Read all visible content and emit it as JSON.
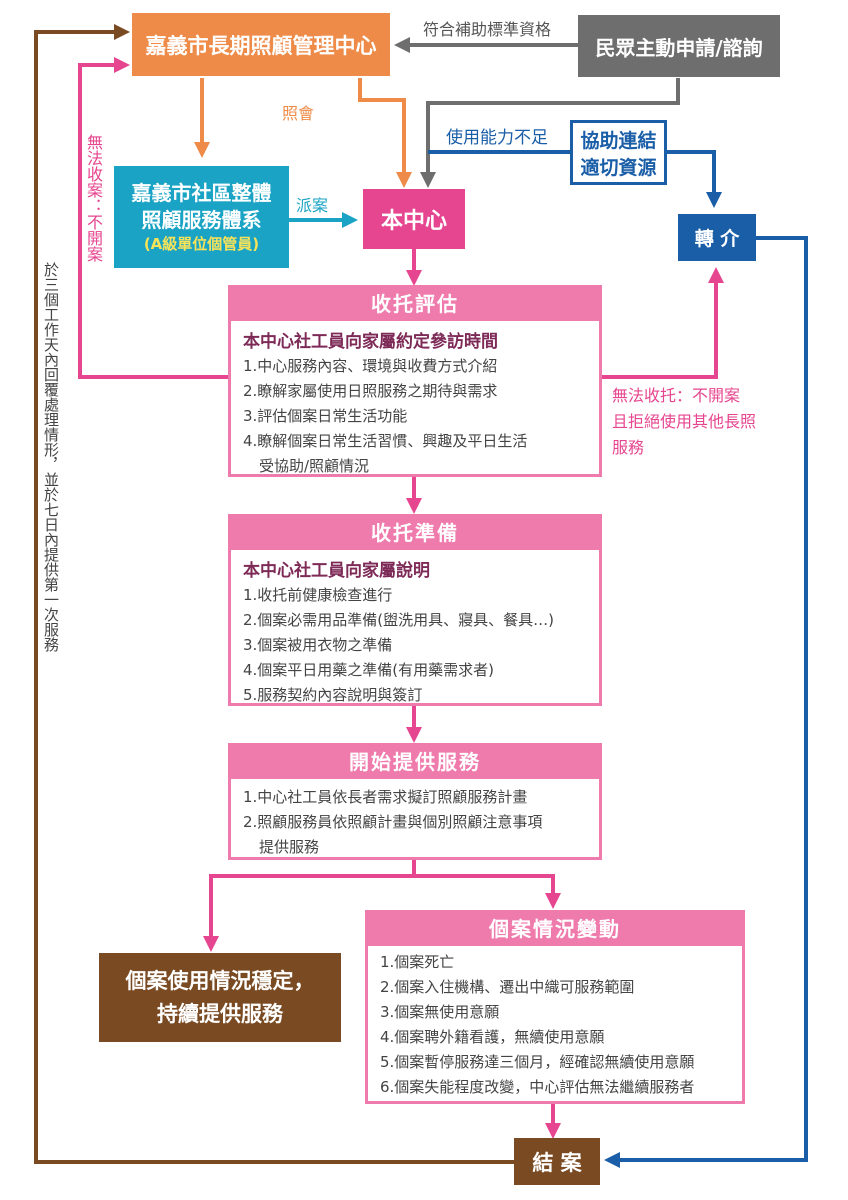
{
  "top": {
    "management_center": "嘉義市長期照顧管理中心",
    "public_request": "民眾主動申請/諮詢",
    "qualify_label": "符合補助標準資格",
    "notify_label": "照會",
    "insufficient_label": "使用能力不足",
    "connect_resources": [
      "協助連結",
      "適切資源"
    ],
    "referral": "轉 介",
    "community_system": [
      "嘉義市社區整體",
      "照顧服務體系"
    ],
    "community_sub": "(A級單位個管員)",
    "dispatch_label": "派案",
    "this_center": "本中心",
    "cannot_accept_left": "無法收案：不開案",
    "left_reply_note": "於三個工作天內回覆處理情形，並於七日內提供第一次服務",
    "cannot_accept_right": [
      "無法收托：不開案",
      "且拒絕使用其他長照",
      "服務"
    ]
  },
  "assessment": {
    "title": "收托評估",
    "subtitle": "本中心社工員向家屬約定參訪時間",
    "items": [
      "1.中心服務內容、環境與收費方式介紹",
      "2.瞭解家屬使用日照服務之期待與需求",
      "3.評估個案日常生活功能",
      "4.瞭解個案日常生活習慣、興趣及平日生活",
      "受協助/照顧情況"
    ]
  },
  "preparation": {
    "title": "收托準備",
    "subtitle": "本中心社工員向家屬說明",
    "items": [
      "1.收托前健康檢查進行",
      "2.個案必需用品準備(盥洗用具、寢具、餐具…)",
      "3.個案被用衣物之準備",
      "4.個案平日用藥之準備(有用藥需求者)",
      "5.服務契約內容說明與簽訂"
    ]
  },
  "service_start": {
    "title": "開始提供服務",
    "items": [
      "1.中心社工員依長者需求擬訂照顧服務計畫",
      "2.照顧服務員依照顧計畫與個別照顧注意事項",
      "提供服務"
    ]
  },
  "stable": [
    "個案使用情況穩定，",
    "持續提供服務"
  ],
  "change": {
    "title": "個案情況變動",
    "items": [
      "1.個案死亡",
      "2.個案入住機構、遷出中織可服務範圍",
      "3.個案無使用意願",
      "4.個案聘外籍看護，無續使用意願",
      "5.個案暫停服務達三個月，經確認無續使用意願",
      "6.個案失能程度改變，中心評估無法繼續服務者"
    ]
  },
  "close_case": "結 案",
  "colors": {
    "orange": "#ee8b48",
    "gray": "#6e6e6e",
    "pink": "#e6458f",
    "pink_light": "#ef7aac",
    "teal": "#1aa3c4",
    "blue": "#1b5ea8",
    "brown": "#7a4a22",
    "plum": "#7d2a57"
  }
}
